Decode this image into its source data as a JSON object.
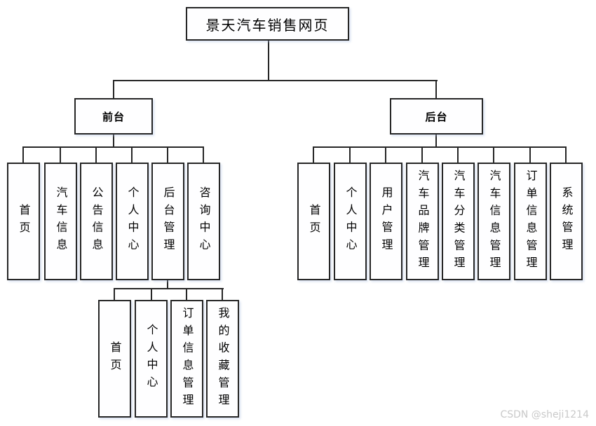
{
  "diagram": {
    "title": "景天汽车销售网页",
    "colors": {
      "border": "#262626",
      "line": "#262626",
      "box_fill": "#fefeff"
    },
    "branches": [
      {
        "label": "前台",
        "children": [
          "首页",
          "汽车信息",
          "公告信息",
          "个人中心",
          "后台管理",
          "咨询中心"
        ]
      },
      {
        "label": "后台",
        "children": [
          "首页",
          "个人中心",
          "用户管理",
          "汽车品牌管理",
          "汽车分类管理",
          "汽车信息管理",
          "订单信息管理",
          "系统管理"
        ]
      }
    ],
    "sub_branch": {
      "parent": "后台管理",
      "children": [
        "首页",
        "个人中心",
        "订单信息管理",
        "我的收藏管理"
      ]
    }
  },
  "watermark": {
    "text": "CSDN @sheji1214",
    "color": "#c9c9c9"
  }
}
